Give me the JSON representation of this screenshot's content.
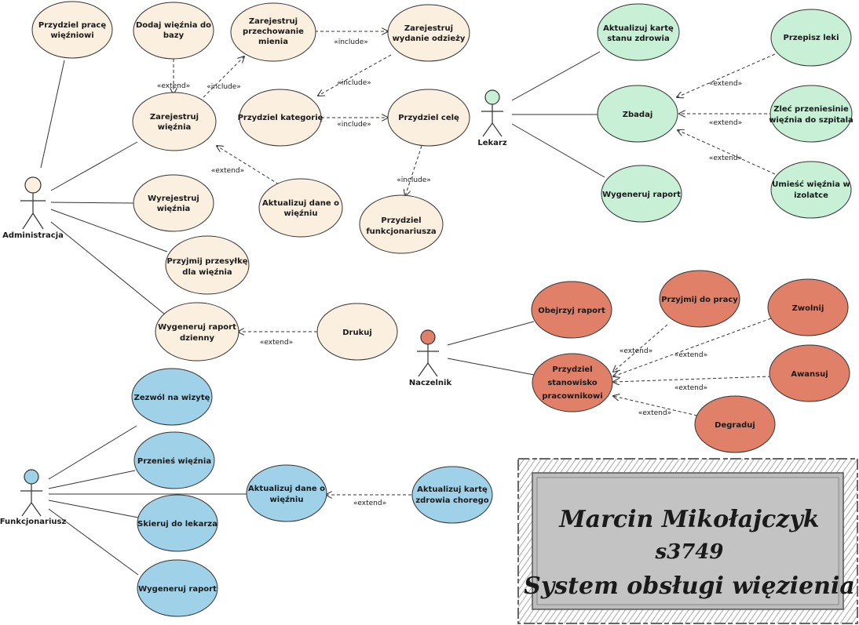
{
  "colors": {
    "administracja": "#fbefdf",
    "lekarz": "#c8f0d6",
    "naczelnik": "#e08068",
    "funkcjonariusz": "#9fd2e9",
    "stroke": "#333333"
  },
  "actors": {
    "administracja": "Administracja",
    "lekarz": "Lekarz",
    "naczelnik": "Naczelnik",
    "funkcjonariusz": "Funkcjonariusz"
  },
  "use_cases": {
    "przydziel_prace": [
      "Przydziel pracę",
      "więźniowi"
    ],
    "dodaj_wieznia": [
      "Dodaj więźnia do",
      "bazy"
    ],
    "zarejestruj_przechowanie": [
      "Zarejestruj",
      "przechowanie",
      "mienia"
    ],
    "zarejestruj_wydanie": [
      "Zarejestruj",
      "wydanie odzieży"
    ],
    "zarejestruj_wieznia": [
      "Zarejestruj",
      "więźnia"
    ],
    "przydziel_kategorie": [
      "Przydziel kategorię"
    ],
    "przydziel_cele": [
      "Przydziel celę"
    ],
    "wyrejestruj_wieznia": [
      "Wyrejestruj",
      "więźnia"
    ],
    "aktualizuj_dane_adm": [
      "Aktualizuj dane o",
      "więźniu"
    ],
    "przydziel_funkcjonariusza": [
      "Przydziel",
      "funkcjonariusza"
    ],
    "przyjmij_przesylke": [
      "Przyjmij przesyłkę",
      "dla więźnia"
    ],
    "wygeneruj_raport_dzienny": [
      "Wygeneruj raport",
      "dzienny"
    ],
    "drukuj": [
      "Drukuj"
    ],
    "aktualizuj_karte_zdrowia": [
      "Aktualizuj kartę",
      "stanu zdrowia"
    ],
    "przepisz_leki": [
      "Przepisz leki"
    ],
    "zbadaj": [
      "Zbadaj"
    ],
    "zlec_przeniesienie": [
      "Zleć przeniesinie",
      "więźnia do szpitala"
    ],
    "umiesc_w_izolatce": [
      "Umieść więźnia w",
      "izolatce"
    ],
    "wygeneruj_raport_lek": [
      "Wygeneruj raport"
    ],
    "obejrzyj_raport": [
      "Obejrzyj raport"
    ],
    "przyjmij_do_pracy": [
      "Przyjmij do pracy"
    ],
    "zwolnij": [
      "Zwolnij"
    ],
    "przydziel_stanowisko": [
      "Przydziel",
      "stanowisko",
      "pracownikowi"
    ],
    "awansuj": [
      "Awansuj"
    ],
    "degraduj": [
      "Degraduj"
    ],
    "zezwol_na_wizyte": [
      "Zezwól na wizytę"
    ],
    "przenies_wieznia": [
      "Przenieś więźnia"
    ],
    "aktualizuj_dane_fun": [
      "Aktualizuj dane o",
      "więźniu"
    ],
    "aktualizuj_karte_chorego": [
      "Aktualizuj kartę",
      "zdrowia chorego"
    ],
    "skieruj_do_lekarza": [
      "Skieruj do lekarza"
    ],
    "wygeneruj_raport_fun": [
      "Wygeneruj raport"
    ]
  },
  "relations": {
    "extend": "«extend»",
    "include": "«include»"
  },
  "banner": {
    "name": "Marcin Mikołajczyk",
    "id": "s3749",
    "title": "System obsługi więzienia"
  }
}
